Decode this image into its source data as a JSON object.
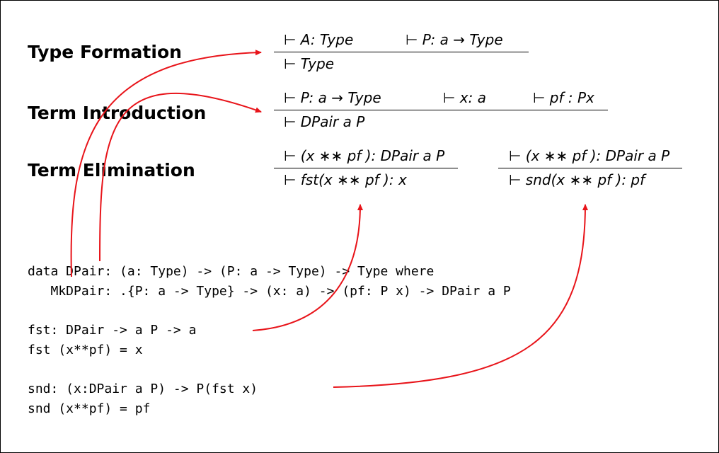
{
  "headings": {
    "type_formation": "Type Formation",
    "term_introduction": "Term Introduction",
    "term_elimination": "Term Elimination"
  },
  "rules": {
    "formation": {
      "premise_1": "⊢ A: Type",
      "premise_2": "⊢ P: a → Type",
      "conclusion": "⊢ Type"
    },
    "introduction": {
      "premise_1": "⊢ P: a → Type",
      "premise_2": "⊢ x: a",
      "premise_3": "⊢ pf : Px",
      "conclusion": "⊢ DPair a P"
    },
    "elimination_fst": {
      "premise": "⊢ (x ∗∗ pf ): DPair a P",
      "conclusion": "⊢ fst(x ∗∗ pf ): x"
    },
    "elimination_snd": {
      "premise": "⊢ (x ∗∗ pf ): DPair a P",
      "conclusion": "⊢ snd(x ∗∗ pf ): pf"
    }
  },
  "code": {
    "line_1": "data DPair: (a: Type) -> (P: a -> Type) -> Type where",
    "line_2": "   MkDPair: .{P: a -> Type} -> (x: a) -> (pf: P x) -> DPair a P",
    "line_3": "fst: DPair -> a P -> a",
    "line_4": "fst (x**pf) = x",
    "line_5": "snd: (x:DPair a P) -> P(fst x)",
    "line_6": "snd (x**pf) = pf"
  },
  "colors": {
    "arrow": "#e8141a",
    "text": "#000000",
    "border": "#000000"
  }
}
